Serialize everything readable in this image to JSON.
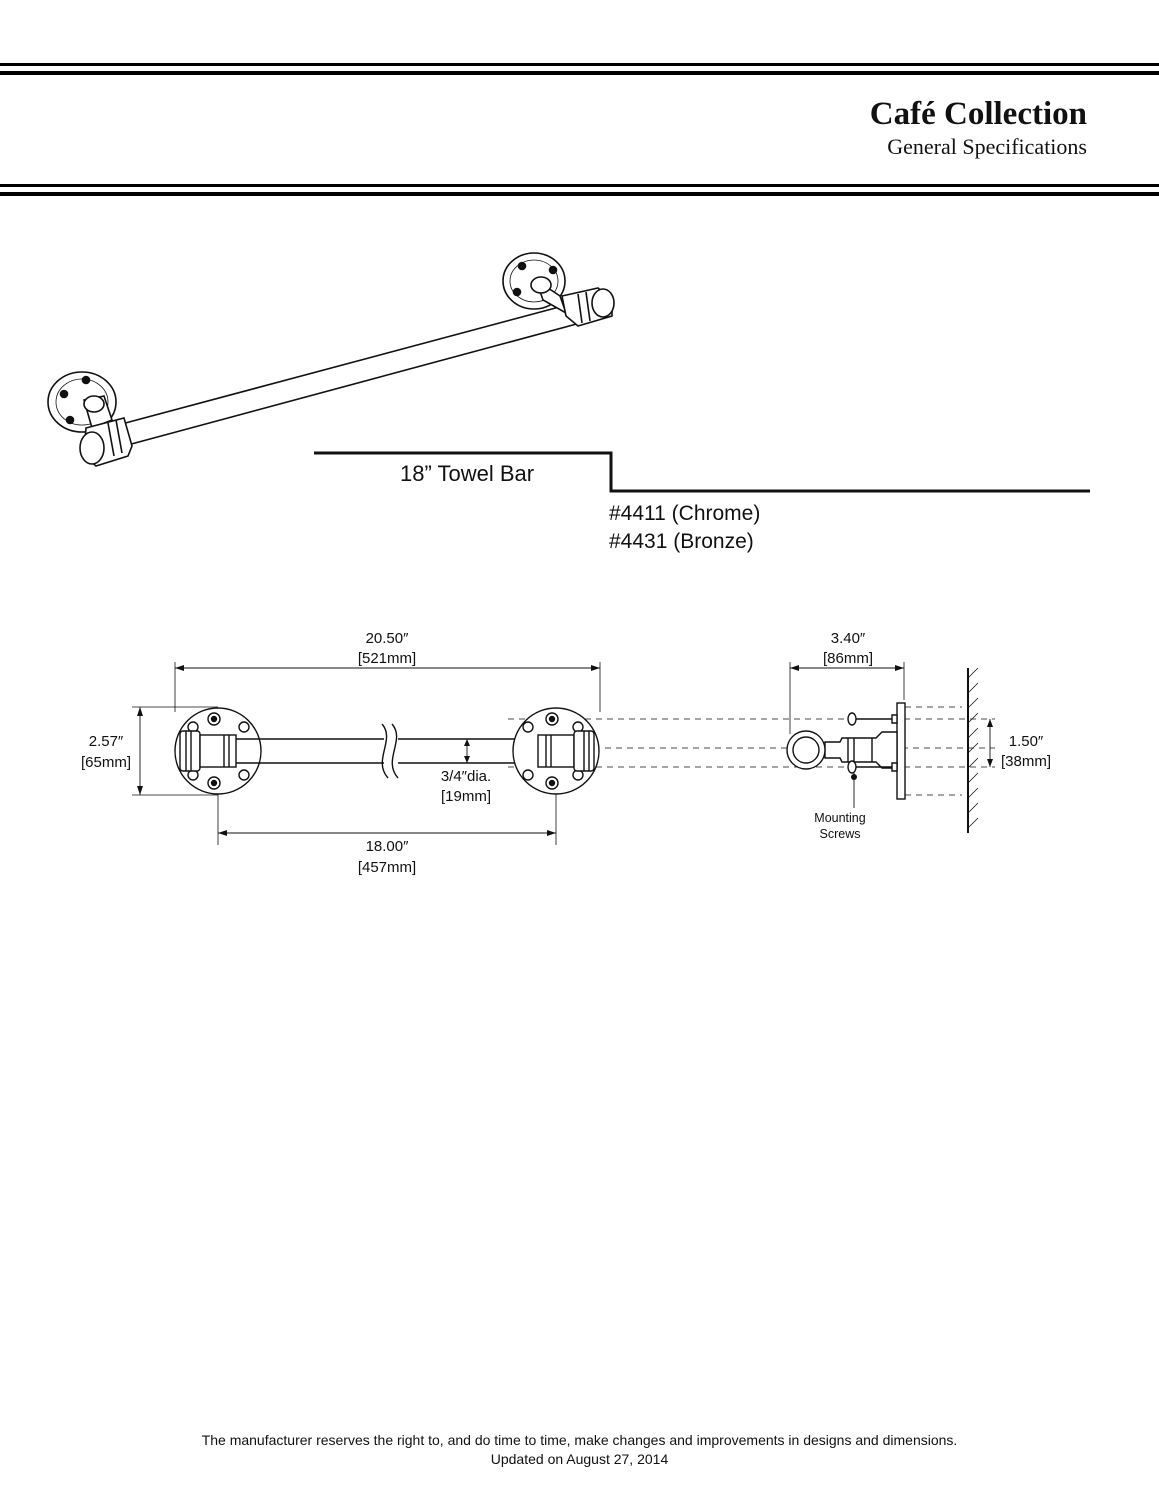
{
  "header": {
    "title": "Café Collection",
    "subtitle": "General Specifications"
  },
  "product": {
    "name": "18” Towel Bar",
    "models": [
      "#4411 (Chrome)",
      "#4431 (Bronze)"
    ]
  },
  "dimensions": {
    "overall_length_in": "20.50″",
    "overall_length_mm": "[521mm]",
    "center_to_center_in": "18.00″",
    "center_to_center_mm": "[457mm]",
    "flange_diameter_in": "2.57″",
    "flange_diameter_mm": "[65mm]",
    "bar_diameter_in": "3/4″dia.",
    "bar_diameter_mm": "[19mm]",
    "projection_in": "3.40″",
    "projection_mm": "[86mm]",
    "screw_spacing_in": "1.50″",
    "screw_spacing_mm": "[38mm]",
    "mounting_label_1": "Mounting",
    "mounting_label_2": "Screws"
  },
  "footer": {
    "disclaimer": "The manufacturer reserves the right to, and do time to time, make changes and improvements in designs and dimensions.",
    "updated": "Updated on August 27, 2014"
  }
}
